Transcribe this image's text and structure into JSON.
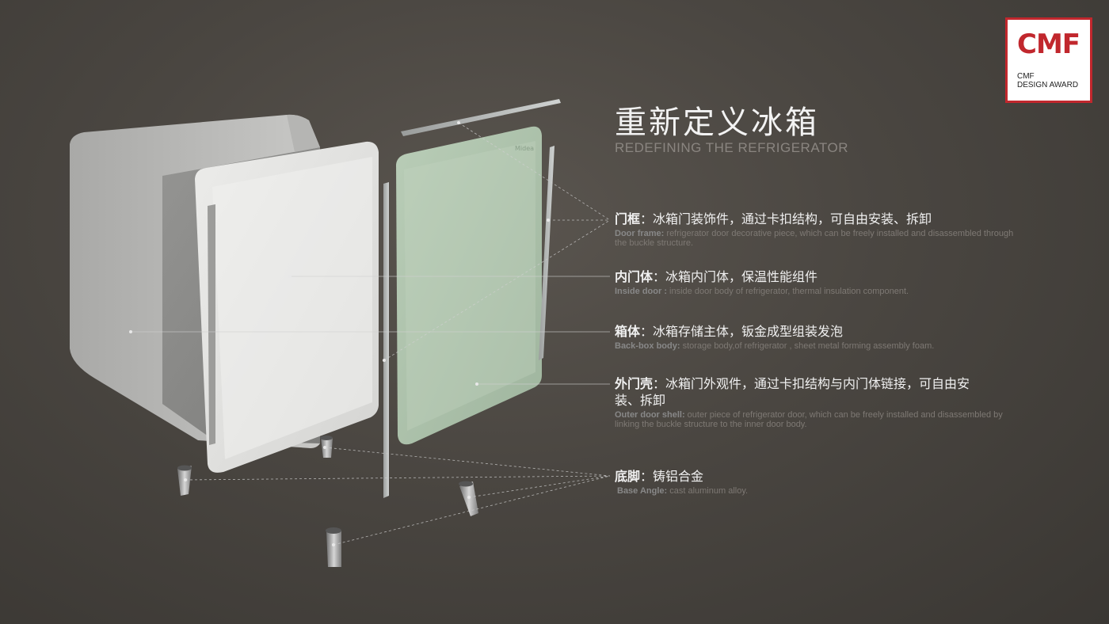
{
  "logo": {
    "mark": "CMF",
    "line1": "CMF",
    "line2": "DESIGN AWARD",
    "color": "#c1272d"
  },
  "title": "重新定义冰箱",
  "subtitle": "REDEFINING THE REFRIGERATOR",
  "items": [
    {
      "term_cn": "门框",
      "desc_cn": "：冰箱门装饰件，通过卡扣结构，可自由安装、拆卸",
      "term_en": "Door frame:",
      "desc_en": " refrigerator door decorative piece, which can be freely installed and disassembled through the buckle structure."
    },
    {
      "term_cn": "内门体",
      "desc_cn": "：冰箱内门体，保温性能组件",
      "term_en": "Inside door :",
      "desc_en": " inside door body of refrigerator, thermal insulation component."
    },
    {
      "term_cn": "箱体",
      "desc_cn": "：冰箱存储主体，钣金成型组装发泡",
      "term_en": "Back-box body:",
      "desc_en": " storage body,of refrigerator , sheet metal forming assembly foam."
    },
    {
      "term_cn": "外门壳",
      "desc_cn": "：冰箱门外观件，通过卡扣结构与内门体链接，可自由安装、拆卸",
      "term_en": "Outer door shell:",
      "desc_en": " outer piece of refrigerator door, which can be freely installed and disassembled by linking the buckle structure to the inner door body."
    },
    {
      "term_cn": "底脚",
      "desc_cn": "：铸铝合金",
      "term_en": "Base Angle:",
      "desc_en": " cast aluminum alloy."
    }
  ],
  "colors": {
    "background": "#4a4641",
    "box": "#c9c9c7",
    "inner_door": "#e4e4e2",
    "outer_shell": "#a9c0a8",
    "leader_line": "#cfcfcf"
  }
}
